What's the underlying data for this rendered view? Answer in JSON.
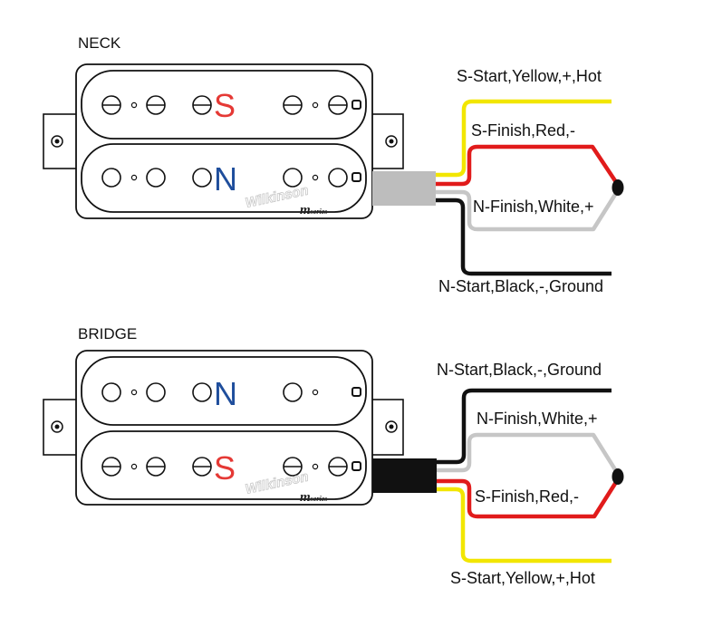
{
  "neck": {
    "section_label": "NECK",
    "top_coil_pole": "S",
    "bottom_coil_pole": "N",
    "wires": {
      "yellow": "S-Start,Yellow,+,Hot",
      "red": "S-Finish,Red,-",
      "white": "N-Finish,White,+",
      "black": "N-Start,Black,-,Ground"
    },
    "cable_color": "#bdbdbd"
  },
  "bridge": {
    "section_label": "BRIDGE",
    "top_coil_pole": "N",
    "bottom_coil_pole": "S",
    "wires": {
      "black": "N-Start,Black,-,Ground",
      "white": "N-Finish,White,+",
      "red": "S-Finish,Red,-",
      "yellow": "S-Start,Yellow,+,Hot"
    },
    "cable_color": "#111111"
  },
  "brand": {
    "logo_text": "Wilkinson",
    "series_m": "m",
    "series_word": "series"
  },
  "colors": {
    "south_pole": "#e53935",
    "north_pole": "#1f4e9c",
    "wire_yellow": "#f2e600",
    "wire_red": "#e11b1b",
    "wire_white": "#c6c6c6",
    "wire_black": "#111111"
  }
}
